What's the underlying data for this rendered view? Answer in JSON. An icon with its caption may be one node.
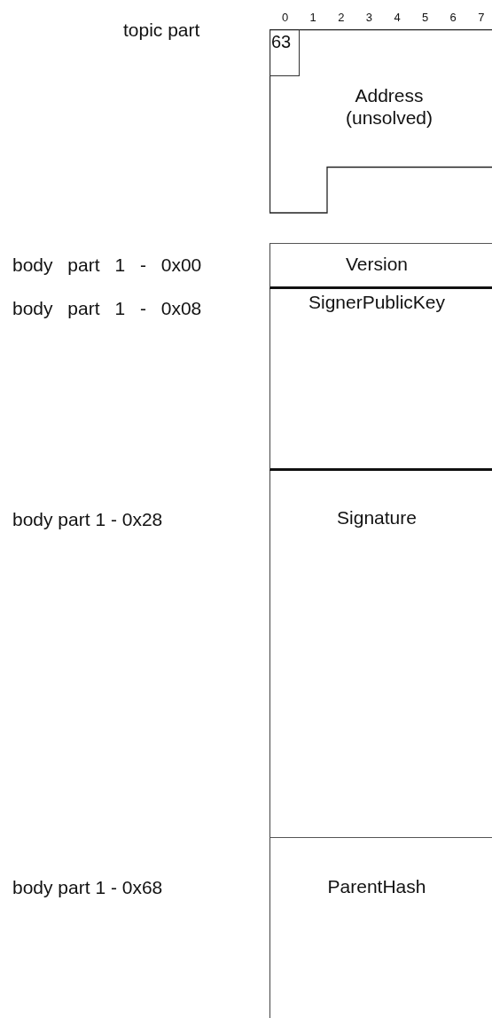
{
  "diagram": {
    "nodes": [
      {
        "text": [
          "Address (unsolved)"
        ]
      },
      {
        "text": [
          "63"
        ],
        "in": 0
      },
      {
        "text": [
          "Version"
        ]
      },
      {
        "text": [
          "SignerPublicKey"
        ]
      },
      {
        "text": [
          "Signature"
        ]
      },
      {
        "text": [
          "ParentHash"
        ]
      }
    ],
    "labels": [
      "0",
      "1",
      "2",
      "3",
      "4",
      "5",
      "6",
      "7",
      "topic part",
      "body part 1 - 0x00",
      "body part 1 - 0x08",
      "body part 1 - 0x28",
      "body part 1 - 0x68"
    ]
  }
}
